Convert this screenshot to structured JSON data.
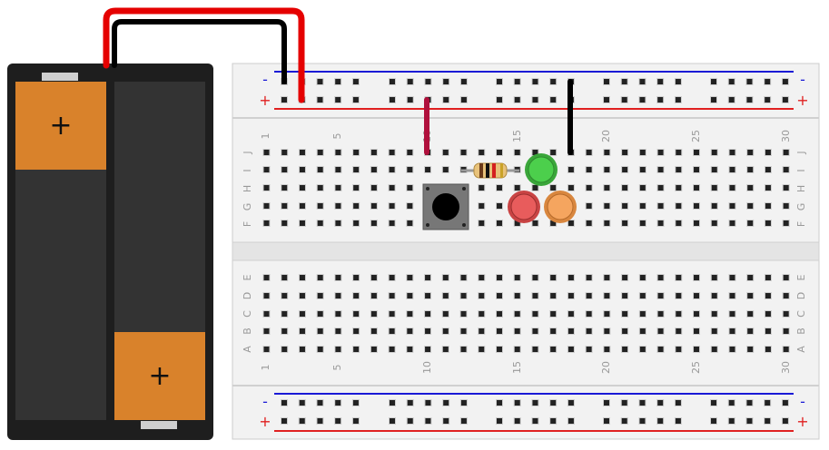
{
  "board": {
    "column_numbers": [
      "1",
      "5",
      "10",
      "15",
      "20",
      "25",
      "30"
    ],
    "row_letters_top": [
      "J",
      "I",
      "H",
      "G",
      "F"
    ],
    "row_letters_bottom": [
      "E",
      "D",
      "C",
      "B",
      "A"
    ],
    "rail_minus": "-",
    "rail_plus": "+"
  },
  "battery": {
    "terminal_plus": "+"
  },
  "colors": {
    "board": "#f2f2f2",
    "hole": "#222222",
    "rail_blue": "#1a1ad6",
    "rail_red": "#e02020",
    "wire_red": "#e50000",
    "wire_black": "#000000",
    "jumper_red": "#b0103c",
    "battery_case": "#222222",
    "battery_cell": "#333333",
    "battery_terminal": "#d9822b",
    "led_green": "#4ccf4c",
    "led_red": "#e85c5c",
    "led_orange": "#f5a55f"
  }
}
